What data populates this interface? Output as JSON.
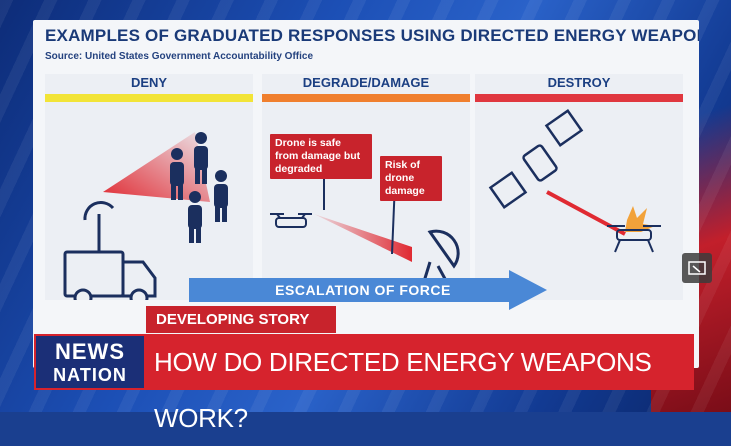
{
  "graphic": {
    "title": "EXAMPLES OF GRADUATED RESPONSES USING DIRECTED ENERGY WEAPONS",
    "source": "Source: United States Government Accountability Office",
    "columns": [
      {
        "label": "DENY",
        "color": "#f2e437"
      },
      {
        "label": "DEGRADE/DAMAGE",
        "color": "#f07f2e"
      },
      {
        "label": "DESTROY",
        "color": "#e0373f"
      }
    ],
    "callouts": [
      "Drone is safe from damage but degraded",
      "Risk of drone damage"
    ],
    "escalation_label": "ESCALATION OF FORCE"
  },
  "ticker": {
    "tag": "DEVELOPING STORY",
    "headline": "HOW DO DIRECTED ENERGY WEAPONS WORK?"
  },
  "logo": {
    "line1": "NEWS",
    "line2": "NATION"
  },
  "colors": {
    "beam_red": "#e02a32",
    "navy": "#1a3a78",
    "arrow_blue": "#4a88d6",
    "ticker_red": "#d6232d"
  }
}
